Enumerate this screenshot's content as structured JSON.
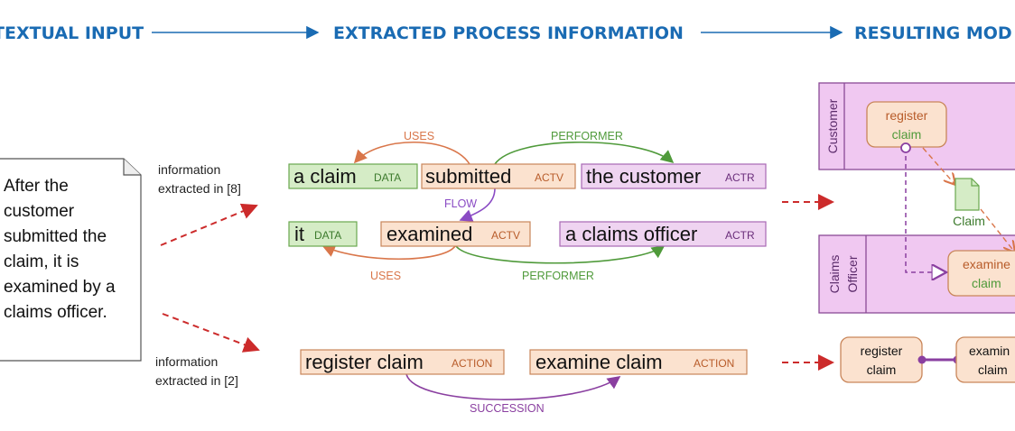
{
  "headers": {
    "textual_input": "TEXTUAL INPUT",
    "extracted": "EXTRACTED PROCESS INFORMATION",
    "resulting": "RESULTING MOD"
  },
  "note": {
    "lines": [
      "After the",
      "customer",
      "submitted the",
      "claim, it is",
      "examined by a",
      "claims officer."
    ]
  },
  "sources": {
    "top": [
      "information",
      "extracted in [8]"
    ],
    "bottom": [
      "information",
      "extracted in [2]"
    ]
  },
  "entities": {
    "a_claim": {
      "text": "a claim",
      "tag": "DATA"
    },
    "submitted": {
      "text": "submitted",
      "tag": "ACTV"
    },
    "the_customer": {
      "text": "the customer",
      "tag": "ACTR"
    },
    "it": {
      "text": "it",
      "tag": "DATA"
    },
    "examined": {
      "text": "examined",
      "tag": "ACTV"
    },
    "claims_officer": {
      "text": "a claims officer",
      "tag": "ACTR"
    },
    "register_claim": {
      "text": "register claim",
      "tag": "ACTION"
    },
    "examine_claim": {
      "text": "examine claim",
      "tag": "ACTION"
    }
  },
  "relations": {
    "uses_top": "USES",
    "performer_top": "PERFORMER",
    "flow": "FLOW",
    "uses_bottom": "USES",
    "performer_bottom": "PERFORMER",
    "succession": "SUCCESSION"
  },
  "model": {
    "lane_customer": "Customer",
    "lane_officer": [
      "Claims",
      "Officer"
    ],
    "task_register": [
      "register",
      "claim"
    ],
    "task_examine": [
      "examine",
      "claim"
    ],
    "data_object": "Claim",
    "seq_register": [
      "register",
      "claim"
    ],
    "seq_examine": [
      "examin",
      "claim"
    ]
  },
  "colors": {
    "header": "#1a6bb3",
    "data_fill": "#d5ecc6",
    "data_stroke": "#6aa84f",
    "data_tag": "#3c7a2c",
    "actv_fill": "#fbe2cf",
    "actv_stroke": "#c9865a",
    "actv_tag": "#b85c2a",
    "actr_fill": "#efd4f1",
    "actr_stroke": "#a868b4",
    "actr_tag": "#6a2d7a",
    "uses": "#d9764a",
    "performer": "#4f9a3a",
    "flow": "#8a4bc4",
    "succession": "#8a3fa0",
    "dashed_red": "#cc2b2b",
    "lane_fill": "#f0c8f1",
    "lane_stroke": "#8a4a96"
  }
}
